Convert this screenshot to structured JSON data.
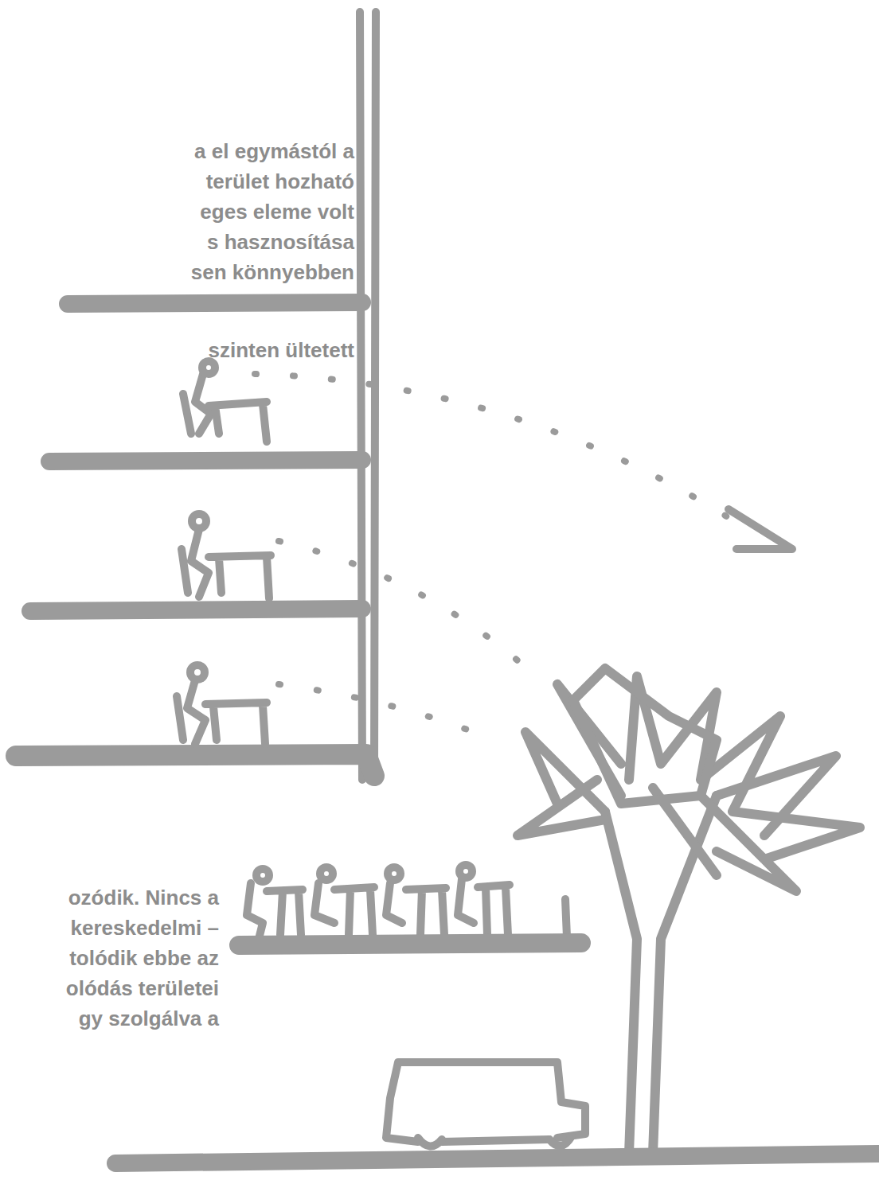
{
  "diagram": {
    "labels": [
      "a el egymástól a",
      "terület hozható",
      "eges eleme volt",
      "s hasznosítása",
      "sen könnyebben",
      "szinten ültetett",
      "ozódik. Nincs a",
      "kereskedelmi –",
      "tolódik ebbe az",
      "olódás területei",
      "gy szolgálva a"
    ]
  }
}
